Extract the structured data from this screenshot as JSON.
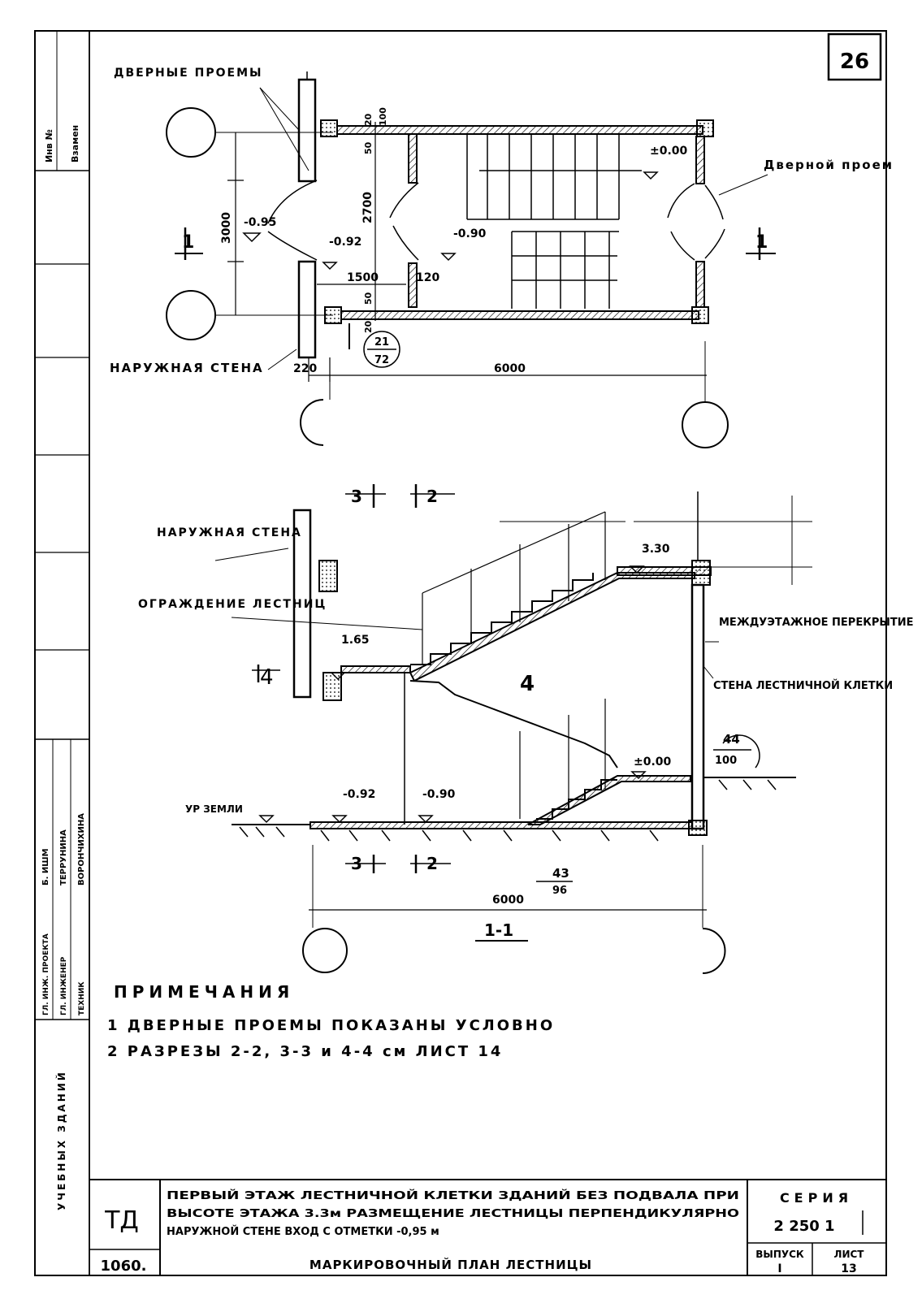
{
  "sheet_number": "26",
  "side_stamp": {
    "inv_label": "Инв №",
    "vzamen_label": "Взамен",
    "roles": [
      "ГЛ. ИНЖ. ПРОЕКТА",
      "ГЛ. ИНЖЕНЕР",
      "ТЕХНИК"
    ],
    "names": [
      "Б. ИШМ",
      "ТЕРРУНИНА",
      "ВОРОНЧИХИНА"
    ],
    "bottom_text": "УЧЕБНЫХ ЗДАНИЙ"
  },
  "plan": {
    "label_doors_top": "ДВЕРНЫЕ ПРОЕМЫ",
    "label_door_right": "Дверной проем",
    "label_outer_wall": "НАРУЖНАЯ СТЕНА",
    "dim_3000": "3000",
    "dim_2700": "2700",
    "dim_1500": "1500",
    "dim_120": "120",
    "dim_220": "220",
    "dim_6000": "6000",
    "dim_20_top": "20",
    "dim_100": "100",
    "dim_50_top": "50",
    "dim_50_bot": "50",
    "dim_20_bot": "20",
    "mark_m095": "-0.95",
    "mark_m092": "-0.92",
    "mark_m090": "-0.90",
    "mark_000": "±0.00",
    "section_mark": "1",
    "node_top": "21",
    "node_bottom": "72"
  },
  "section": {
    "label_outer_wall": "НАРУЖНАЯ СТЕНА",
    "label_railing": "ОГРАЖДЕНИЕ ЛЕСТНИЦ",
    "label_floor_slab": "МЕЖДУЭТАЖНОЕ ПЕРЕКРЫТИЕ",
    "label_stair_wall": "СТЕНА ЛЕСТНИЧНОЙ КЛЕТКИ",
    "label_ground": "УР ЗЕМЛИ",
    "mark_330": "3.30",
    "mark_165": "1.65",
    "mark_000": "±0.00",
    "mark_m092": "-0.92",
    "mark_m090": "-0.90",
    "cut_3": "3",
    "cut_2": "2",
    "cut_4": "4",
    "node_44": "44",
    "node_100": "100",
    "node_43": "43",
    "node_96": "96",
    "dim_6000": "6000",
    "title": "1-1"
  },
  "notes": {
    "heading": "ПРИМЕЧАНИЯ",
    "items": [
      "1  ДВЕРНЫЕ ПРОЕМЫ ПОКАЗАНЫ УСЛОВНО",
      "2  РАЗРЕЗЫ 2-2, 3-3 и 4-4 см ЛИСТ 14"
    ]
  },
  "title_block": {
    "code": "ТД",
    "number": "1060.",
    "description_lines": [
      "ПЕРВЫЙ ЭТАЖ ЛЕСТНИЧНОЙ КЛЕТКИ ЗДАНИЙ БЕЗ ПОДВАЛА ПРИ",
      "ВЫСОТЕ ЭТАЖА 3.3м РАЗМЕЩЕНИЕ ЛЕСТНИЦЫ ПЕРПЕНДИКУЛЯРНО",
      "НАРУЖНОЙ СТЕНЕ   ВХОД С ОТМЕТКИ -0,95 м"
    ],
    "subtitle": "МАРКИРОВОЧНЫЙ ПЛАН ЛЕСТНИЦЫ",
    "series_label": "СЕРИЯ",
    "series_value": "2 250 1",
    "issue_label": "ВЫПУСК",
    "issue_value": "I",
    "sheet_label": "ЛИСТ",
    "sheet_value": "13"
  }
}
